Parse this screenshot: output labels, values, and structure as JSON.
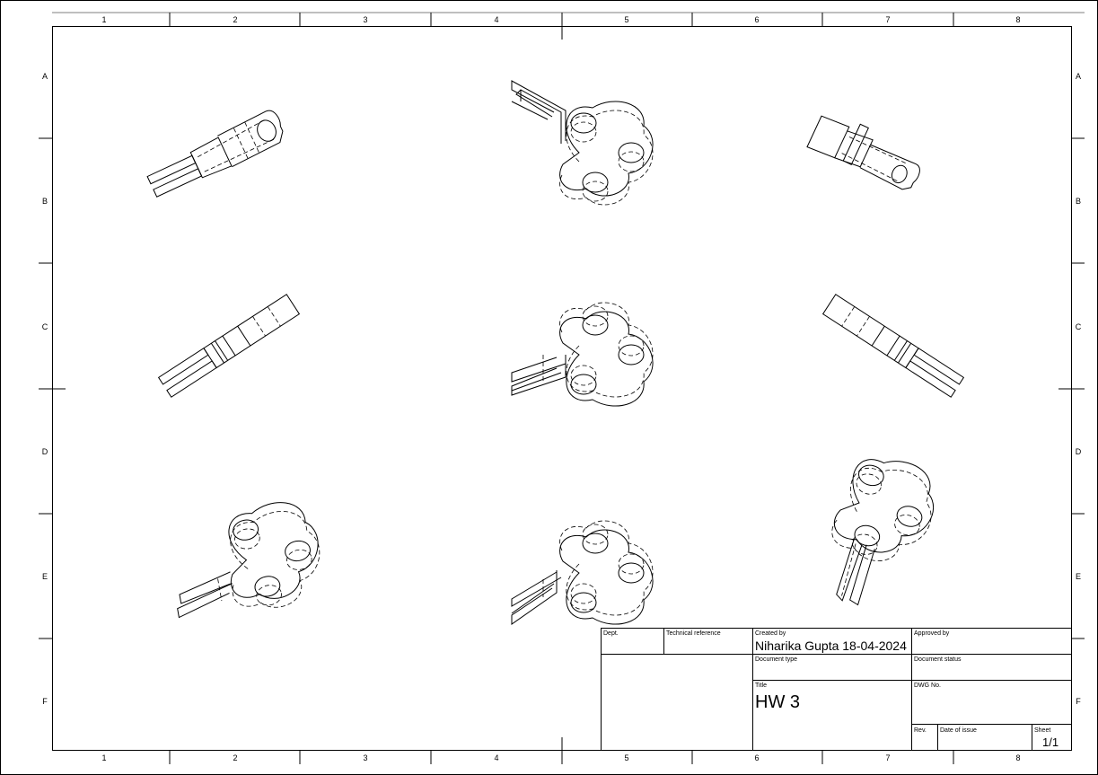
{
  "zones": {
    "columns": [
      "1",
      "2",
      "3",
      "4",
      "5",
      "6",
      "7",
      "8"
    ],
    "rows": [
      "A",
      "B",
      "C",
      "D",
      "E",
      "F"
    ]
  },
  "title_block": {
    "dept_label": "Dept.",
    "tech_ref_label": "Technical reference",
    "created_by_label": "Created by",
    "created_by_value": "Niharika Gupta 18-04-2024",
    "approved_by_label": "Approved by",
    "doc_type_label": "Document type",
    "doc_status_label": "Document status",
    "title_label": "Title",
    "title_value": "HW 3",
    "dwg_no_label": "DWG No.",
    "rev_label": "Rev.",
    "date_issue_label": "Date of issue",
    "sheet_label": "Sheet",
    "sheet_value": "1/1"
  }
}
